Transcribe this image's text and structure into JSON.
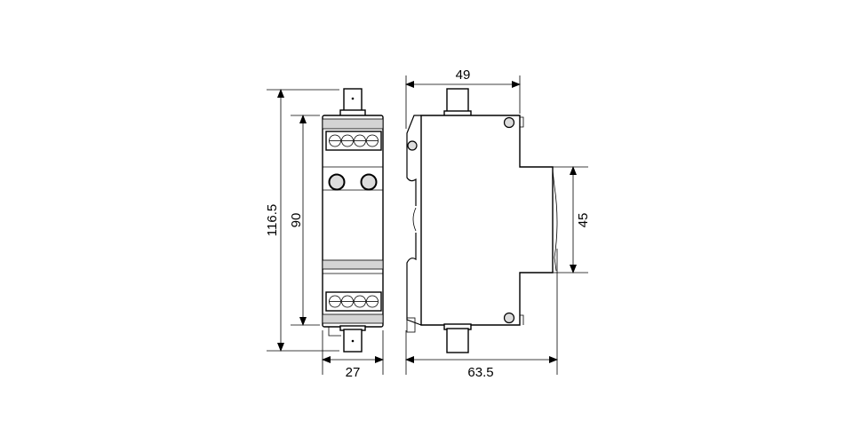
{
  "title": "Dimensional drawing of DIN-rail module (front and side views)",
  "dimensions": {
    "overall_height": "116.5",
    "body_height": "90",
    "width": "27",
    "top_depth": "49",
    "rail_width": "45",
    "overall_depth": "63.5"
  },
  "colors": {
    "line": "#000000",
    "band": "#d4d4d4",
    "button": "#dcdcdc"
  }
}
